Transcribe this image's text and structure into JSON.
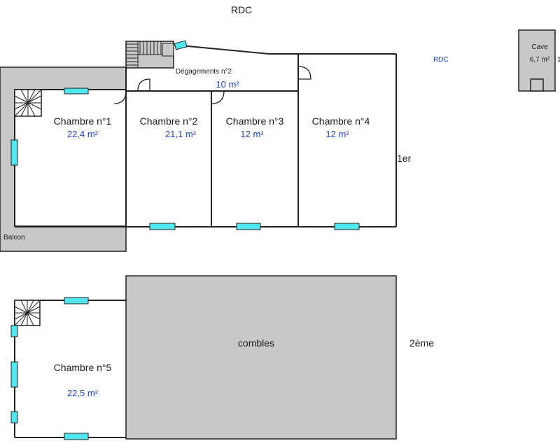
{
  "levels": {
    "rdc_top": "RDC",
    "rdc_side": "RDC",
    "first": "1er",
    "second": "2ème"
  },
  "cave": {
    "name": "Cave",
    "area": "6,7  m²",
    "cut": "1"
  },
  "floor1": {
    "degagements": {
      "name": "Dégagements n°2",
      "area": "10  m²"
    },
    "rooms": [
      {
        "name": "Chambre n°1",
        "area": "22,4  m²"
      },
      {
        "name": "Chambre n°2",
        "area": "21,1  m²"
      },
      {
        "name": "Chambre n°3",
        "area": "12  m²"
      },
      {
        "name": "Chambre n°4",
        "area": "12  m²"
      }
    ],
    "balcon": "Balcon"
  },
  "floor2": {
    "room5": {
      "name": "Chambre n°5",
      "area": "22,5  m²"
    },
    "combles": "combles"
  },
  "colors": {
    "window": "#4fe6ee",
    "wall": "#222222",
    "shaded": "#c8c8c8",
    "area_text": "#1f3fd6"
  }
}
